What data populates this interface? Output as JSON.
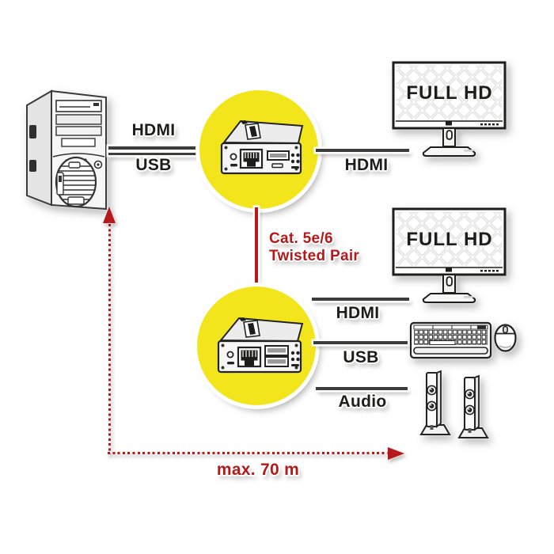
{
  "labels": {
    "pc_hdmi": "HDMI",
    "pc_usb": "USB",
    "monitor1_hdmi": "HDMI",
    "monitor2_hdmi": "HDMI",
    "usb_devices": "USB",
    "audio": "Audio",
    "cable_line1": "Cat. 5e/6",
    "cable_line2": "Twisted Pair",
    "max_distance": "max. 70 m",
    "monitor1_text": "FULL HD",
    "monitor2_text": "FULL HD"
  },
  "colors": {
    "highlight_yellow": "#F3E51C",
    "signal_red": "#B5191A",
    "cable_dark": "#3C3C3B",
    "text_dark": "#1D1D1B"
  },
  "icons": {
    "source": "pc-tower-icon",
    "unit_top": "extender-transmitter-icon",
    "unit_bottom": "extender-receiver-icon",
    "display_top": "monitor-icon",
    "display_bottom": "monitor-icon",
    "input1": "keyboard-icon",
    "input2": "mouse-icon",
    "audio_out": "speakers-icon"
  }
}
